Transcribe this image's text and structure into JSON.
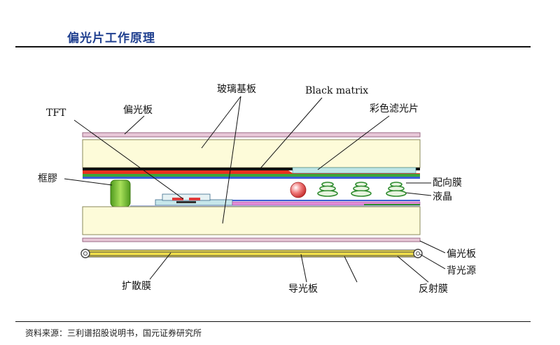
{
  "header": {
    "title": "偏光片工作原理"
  },
  "diagram": {
    "labels": {
      "glass_substrate": "玻璃基板",
      "black_matrix": "Black matrix",
      "polarizer_top": "偏光板",
      "color_filter": "彩色滤光片",
      "tft": "TFT",
      "frame_glue": "框膠",
      "alignment_film": "配向膜",
      "liquid_crystal": "液晶",
      "polarizer_bottom": "偏光板",
      "backlight": "背光源",
      "diffuser_film": "扩散膜",
      "light_guide": "导光板",
      "reflector_film": "反射膜"
    },
    "colors": {
      "polarizer": "#e8c8d8",
      "glass": "#fdfbd9",
      "black_layer": "#111111",
      "red_layer": "#e8321e",
      "green_layer": "#3aa63a",
      "blue_layer": "#3b5fd6",
      "color_filter": "#bfe6e6",
      "frame_glue": "#7cc832",
      "lc_sphere": "#e03a3a",
      "spacer": "#2e8b2e",
      "tft_pink": "#e08ad8",
      "light_guide": "#f2e04a"
    }
  },
  "footer": {
    "source": "资料来源：三利谱招股说明书，国元证券研究所"
  }
}
